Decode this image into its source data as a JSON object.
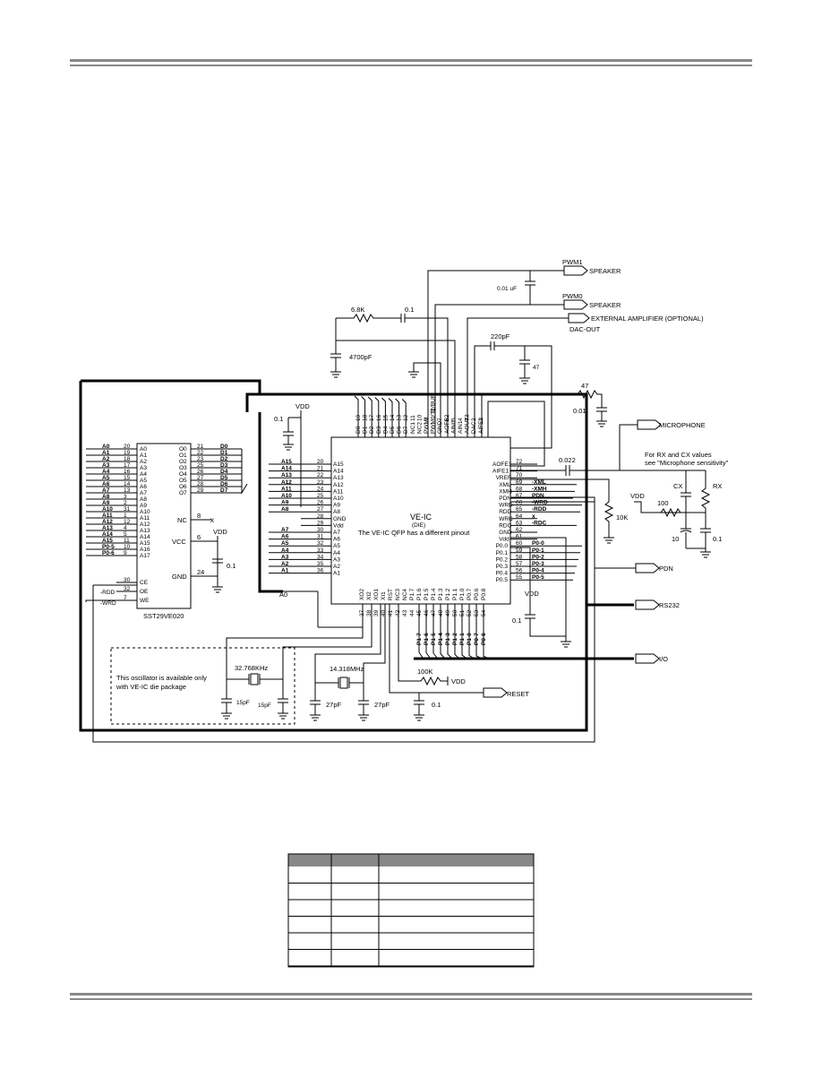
{
  "flash_chip": {
    "part": "SST29VE020",
    "left_pins": [
      {
        "net": "A0",
        "num": "20",
        "name": "A0"
      },
      {
        "net": "A1",
        "num": "19",
        "name": "A1"
      },
      {
        "net": "A2",
        "num": "18",
        "name": "A2"
      },
      {
        "net": "A3",
        "num": "17",
        "name": "A3"
      },
      {
        "net": "A4",
        "num": "16",
        "name": "A4"
      },
      {
        "net": "A5",
        "num": "15",
        "name": "A5"
      },
      {
        "net": "A6",
        "num": "14",
        "name": "A6"
      },
      {
        "net": "A7",
        "num": "13",
        "name": "A7"
      },
      {
        "net": "A8",
        "num": "3",
        "name": "A8"
      },
      {
        "net": "A9",
        "num": "2",
        "name": "A9"
      },
      {
        "net": "A10",
        "num": "31",
        "name": "A10"
      },
      {
        "net": "A11",
        "num": "1",
        "name": "A11"
      },
      {
        "net": "A12",
        "num": "12",
        "name": "A12"
      },
      {
        "net": "A13",
        "num": "4",
        "name": "A13"
      },
      {
        "net": "A14",
        "num": "5",
        "name": "A14"
      },
      {
        "net": "A15",
        "num": "11",
        "name": "A15"
      },
      {
        "net": "P0-5",
        "num": "10",
        "name": "A16"
      },
      {
        "net": "P0-6",
        "num": "9",
        "name": "A17"
      }
    ],
    "ctrl_pins": [
      {
        "net": "",
        "num": "30",
        "name": "CE"
      },
      {
        "net": "-RDD",
        "num": "32",
        "name": "OE"
      },
      {
        "net": "-WRD",
        "num": "7",
        "name": "WE"
      }
    ],
    "right_pins": [
      {
        "name": "O0",
        "num": "21",
        "net": "D0"
      },
      {
        "name": "O1",
        "num": "22",
        "net": "D1"
      },
      {
        "name": "O2",
        "num": "23",
        "net": "D2"
      },
      {
        "name": "O3",
        "num": "25",
        "net": "D3"
      },
      {
        "name": "O4",
        "num": "26",
        "net": "D4"
      },
      {
        "name": "O5",
        "num": "27",
        "net": "D5"
      },
      {
        "name": "O6",
        "num": "28",
        "net": "D6"
      },
      {
        "name": "O7",
        "num": "29",
        "net": "D7"
      }
    ],
    "nc": {
      "name": "NC",
      "num": "8",
      "mark": "x"
    },
    "vcc": {
      "name": "VCC",
      "num": "6",
      "net": "VDD",
      "cap": "0.1"
    },
    "gnd": {
      "name": "GND",
      "num": "24"
    }
  },
  "main_chip": {
    "title": "VE-IC",
    "subtitle": "(DIE)",
    "note": "The VE-IC QFP has a different pinout",
    "top_pins": [
      {
        "name": "D0",
        "num": "19"
      },
      {
        "name": "D1",
        "num": "18"
      },
      {
        "name": "D2",
        "num": "17"
      },
      {
        "name": "D3",
        "num": "16"
      },
      {
        "name": "D4",
        "num": "15"
      },
      {
        "name": "D5",
        "num": "14"
      },
      {
        "name": "D6",
        "num": "13"
      },
      {
        "name": "D7",
        "num": "12"
      },
      {
        "name": "NC1",
        "num": "11"
      },
      {
        "name": "NC2",
        "num": "10"
      },
      {
        "name": "PWM1",
        "num": "9"
      },
      {
        "name": "PWM0/T2/BUF",
        "num": "8"
      },
      {
        "name": "GND",
        "num": "7"
      },
      {
        "name": "AOFE2",
        "num": "6"
      },
      {
        "name": "AIN0",
        "num": "5"
      },
      {
        "name": "AIN1",
        "num": "4"
      },
      {
        "name": "AOUT3",
        "num": "3"
      },
      {
        "name": "DAC",
        "num": "2"
      },
      {
        "name": "AIFE2",
        "num": "1"
      }
    ],
    "left_pins": [
      {
        "net": "A15",
        "num": "20",
        "name": "A15"
      },
      {
        "net": "A14",
        "num": "21",
        "name": "A14"
      },
      {
        "net": "A13",
        "num": "22",
        "name": "A13"
      },
      {
        "net": "A12",
        "num": "23",
        "name": "A12"
      },
      {
        "net": "A11",
        "num": "24",
        "name": "A11"
      },
      {
        "net": "A10",
        "num": "25",
        "name": "A10"
      },
      {
        "net": "A9",
        "num": "26",
        "name": "A9"
      },
      {
        "net": "A8",
        "num": "27",
        "name": "A8"
      },
      {
        "net": "",
        "num": "28",
        "name": "GND"
      },
      {
        "net": "",
        "num": "29",
        "name": "Vdd"
      },
      {
        "net": "A7",
        "num": "30",
        "name": "A7"
      },
      {
        "net": "A6",
        "num": "31",
        "name": "A6"
      },
      {
        "net": "A5",
        "num": "32",
        "name": "A5"
      },
      {
        "net": "A4",
        "num": "33",
        "name": "A4"
      },
      {
        "net": "A3",
        "num": "34",
        "name": "A3"
      },
      {
        "net": "A2",
        "num": "35",
        "name": "A2"
      },
      {
        "net": "A1",
        "num": "36",
        "name": "A1"
      }
    ],
    "right_pins": [
      {
        "name": "AOFE1",
        "num": "72",
        "net": ""
      },
      {
        "name": "AIFE1",
        "num": "71",
        "net": ""
      },
      {
        "name": "VREF",
        "num": "70",
        "net": ""
      },
      {
        "name": "XML",
        "num": "69",
        "net": "-XML"
      },
      {
        "name": "XMH",
        "num": "68",
        "net": "-XMH"
      },
      {
        "name": "PDN",
        "num": "67",
        "net": "PDN"
      },
      {
        "name": "WRD",
        "num": "66",
        "net": "-WRD"
      },
      {
        "name": "RDD",
        "num": "65",
        "net": "-RDD"
      },
      {
        "name": "WRC",
        "num": "64",
        "net": "x"
      },
      {
        "name": "RDC",
        "num": "63",
        "net": "-RDC"
      },
      {
        "name": "GND",
        "num": "62",
        "net": ""
      },
      {
        "name": "Vdd",
        "num": "61",
        "net": ""
      },
      {
        "name": "P0.0",
        "num": "60",
        "net": "P0-0"
      },
      {
        "name": "P0.1",
        "num": "59",
        "net": "P0-1"
      },
      {
        "name": "P0.2",
        "num": "58",
        "net": "P0-2"
      },
      {
        "name": "P0.3",
        "num": "57",
        "net": "P0-3"
      },
      {
        "name": "P0.4",
        "num": "56",
        "net": "P0-4"
      },
      {
        "name": "P0.5",
        "num": "55",
        "net": "P0-5"
      }
    ],
    "bottom_pins": [
      {
        "name": "XO2",
        "num": "37"
      },
      {
        "name": "XI2",
        "num": "38"
      },
      {
        "name": "XO1",
        "num": "39"
      },
      {
        "name": "XI1",
        "num": "40"
      },
      {
        "name": "RST",
        "num": "41"
      },
      {
        "name": "NC3",
        "num": "42"
      },
      {
        "name": "NC4",
        "num": "43"
      },
      {
        "name": "P1.7",
        "num": "44"
      },
      {
        "name": "P1.6",
        "num": "45"
      },
      {
        "name": "P1.5",
        "num": "46"
      },
      {
        "name": "P1.4",
        "num": "47"
      },
      {
        "name": "P1.3",
        "num": "48"
      },
      {
        "name": "P1.2",
        "num": "49"
      },
      {
        "name": "P1.1",
        "num": "50"
      },
      {
        "name": "P1.0",
        "num": "51"
      },
      {
        "name": "P0.7",
        "num": "52"
      },
      {
        "name": "P0.6",
        "num": "53"
      },
      {
        "name": "P0.8",
        "num": "54"
      }
    ],
    "bottom_nets": [
      "P1-7",
      "P1-6",
      "P1-5",
      "P1-4",
      "P1-3",
      "P1-2",
      "P1-1",
      "P1-0",
      "P0-7",
      "P0-6"
    ],
    "a0_label": "A0"
  },
  "vdd_top_cap": {
    "net": "VDD",
    "value": "0.1"
  },
  "outputs": {
    "pwm1": "PWM1",
    "speaker1": "SPEAKER",
    "cap_pwm": "0.01 uF",
    "pwm0": "PWM0",
    "speaker0": "SPEAKER",
    "ext_amp": "EXTERNAL AMPLIFIER (OPTIONAL)",
    "dac_out": "DAC-OUT",
    "microphone": "MICROPHONE",
    "pdn": "PDN",
    "rs232": "RS232",
    "io": "I/O",
    "reset": "RESET"
  },
  "filter": {
    "r1": "6.8K",
    "c1": "0.1",
    "c2": "4700pF",
    "c3": "220pF",
    "c4": "47",
    "r2": "47",
    "c5": "0.01"
  },
  "mic": {
    "c_in": "0.022",
    "note_line1": "For RX and CX values",
    "note_line2": "see \"Microphone sensitivity\"",
    "cx": "CX",
    "rx": "RX",
    "vdd": "VDD",
    "r100": "100",
    "c10": "10",
    "c01": "0.1",
    "r10k": "10K"
  },
  "vdd_lower": {
    "net": "VDD",
    "cap": "0.1"
  },
  "oscillators": {
    "note_line1": "This oscillator is available only",
    "note_line2": "with VE-IC die package",
    "xtal1": "32.768KHz",
    "c1": "15pF",
    "c2": "15pF",
    "xtal2": "14.318MHz",
    "c3": "27pF",
    "c4": "27pF"
  },
  "reset_net": {
    "r": "100K",
    "vdd": "VDD",
    "cap": "0.1"
  },
  "table": {
    "rows": [
      [
        "",
        "",
        ""
      ],
      [
        "",
        "",
        ""
      ],
      [
        "",
        "",
        ""
      ],
      [
        "",
        "",
        ""
      ],
      [
        "",
        "",
        ""
      ],
      [
        "",
        "",
        ""
      ],
      [
        "",
        "",
        ""
      ]
    ]
  }
}
